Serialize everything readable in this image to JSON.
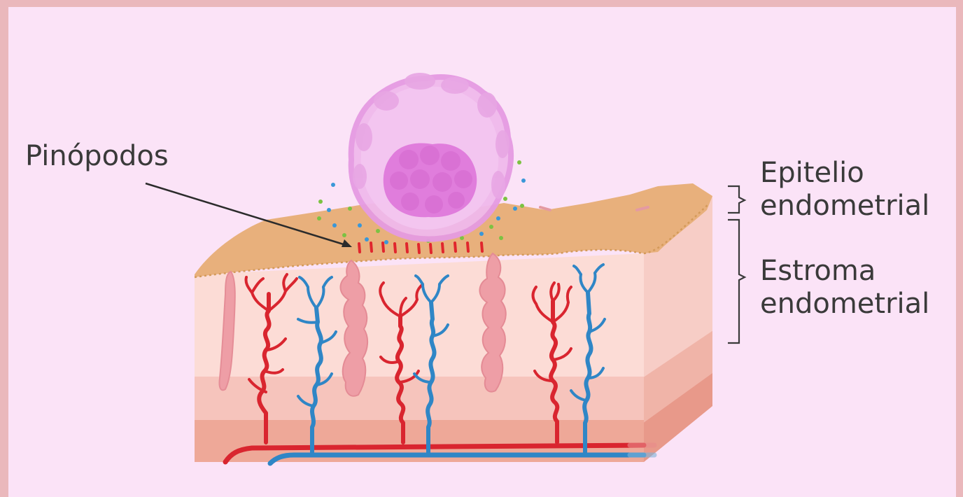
{
  "labels": {
    "pinopodos": "Pinópodos",
    "epitelio_line1": "Epitelio",
    "epitelio_line2": "endometrial",
    "estroma_line1": "Estroma",
    "estroma_line2": "endometrial"
  },
  "colors": {
    "background": "#fbe3f7",
    "border": "#eab8bc",
    "epithelium": "#e8b07c",
    "stroma_light": "#fcdcd6",
    "stroma_mid": "#f6c4bc",
    "stroma_deep": "#eea898",
    "artery": "#d9252f",
    "vein": "#2f86c6",
    "gland": "#ee9ea6",
    "blastocyst": "#e38be0",
    "pinopode": "#e0262d"
  },
  "icons": [
    "blastocyst-icon",
    "pinopode-markers",
    "artery-icon",
    "vein-icon",
    "gland-icon"
  ]
}
